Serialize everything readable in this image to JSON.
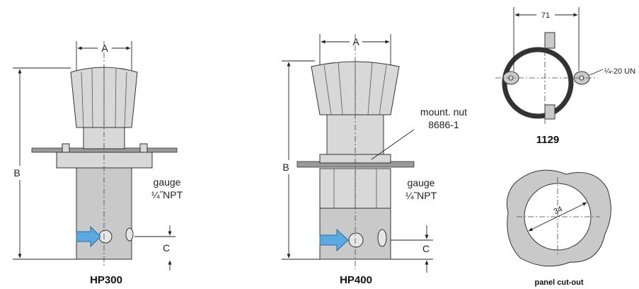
{
  "hp300": {
    "caption": "HP300",
    "dim_a": "A",
    "dim_b": "B",
    "dim_c": "C",
    "gauge_label_1": "gauge",
    "gauge_label_2": "¼˝NPT"
  },
  "hp400": {
    "caption": "HP400",
    "dim_a": "A",
    "dim_b": "B",
    "dim_c": "C",
    "gauge_label_1": "gauge",
    "gauge_label_2": "¼˝NPT",
    "nut_label_1": "mount. nut",
    "nut_label_2": "8686-1"
  },
  "bracket": {
    "caption": "1129",
    "width_value": "71",
    "thread_label": "¼-20 UN"
  },
  "cutout": {
    "caption": "panel cut-out",
    "diameter_label": "34"
  },
  "colors": {
    "arrow_fill": "#5aa9e0",
    "body_fill": "#c9c9c9"
  }
}
